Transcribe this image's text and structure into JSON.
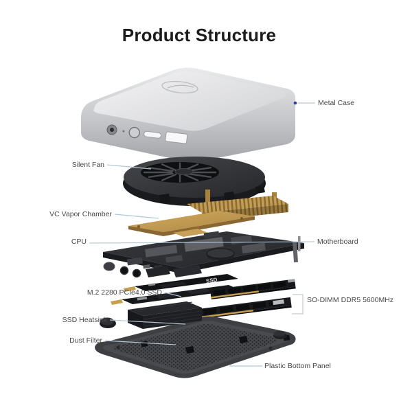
{
  "page": {
    "title": "Product Structure"
  },
  "diagram": {
    "ssd_marking": "SSD",
    "labels": [
      {
        "id": "metal-case",
        "text": "Metal Case",
        "side": "right"
      },
      {
        "id": "silent-fan",
        "text": "Silent Fan",
        "side": "left"
      },
      {
        "id": "vc-vapor-chamber",
        "text": "VC Vapor Chamber",
        "side": "left"
      },
      {
        "id": "cpu",
        "text": "CPU",
        "side": "left"
      },
      {
        "id": "motherboard",
        "text": "Motherboard",
        "side": "right"
      },
      {
        "id": "m2-ssd",
        "text": "M.2 2280 PCIe4.0 SSD",
        "side": "left"
      },
      {
        "id": "so-dimm",
        "text": "SO-DIMM DDR5 5600MHz",
        "side": "right"
      },
      {
        "id": "ssd-heatsink",
        "text": "SSD Heatsink",
        "side": "left"
      },
      {
        "id": "dust-filter",
        "text": "Dust Filter",
        "side": "left"
      },
      {
        "id": "plastic-bottom-panel",
        "text": "Plastic Bottom Panel",
        "side": "right"
      }
    ],
    "colors": {
      "label_text": "#46484c",
      "leader_line": "#b2c7d5",
      "marker_dot": "#2b3f93",
      "case_silver": "#d6d7da",
      "vapor_gold": "#bf9750",
      "pcb_dark": "#2e3034",
      "panel_gray": "#434447"
    }
  }
}
